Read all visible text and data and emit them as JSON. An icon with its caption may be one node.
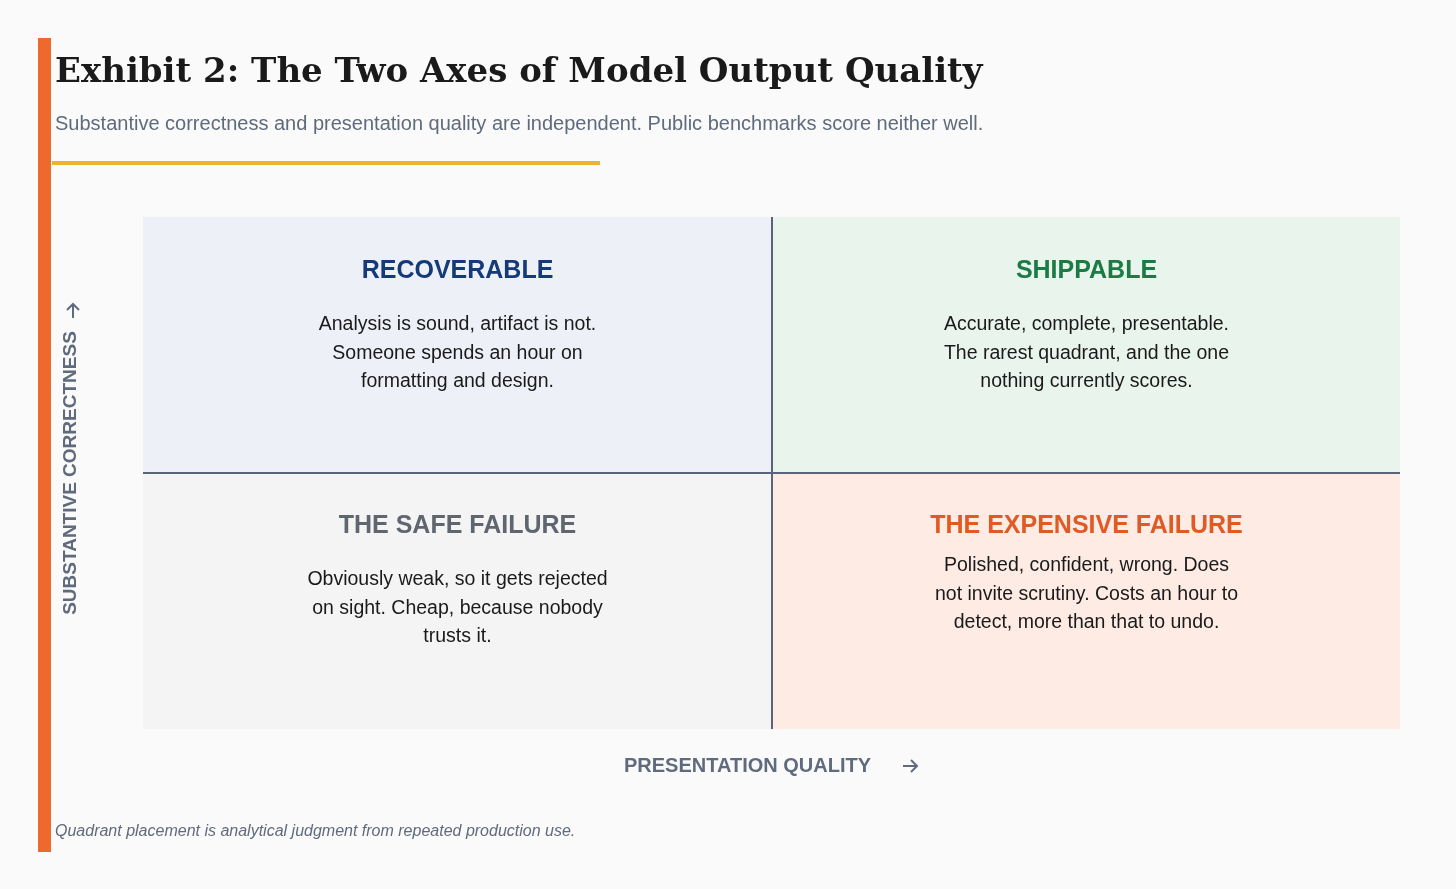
{
  "diagram": {
    "title": "Exhibit 2: The Two Axes of Model Output Quality",
    "nodes": [
      {
        "text": [
          "RECOVERABLE",
          "Analysis is sound, artifact is not. Someone spends an hour on formatting and design."
        ]
      },
      {
        "text": [
          "SHIPPABLE",
          "Accurate, complete, presentable. The rarest quadrant, and the one nothing currently scores."
        ]
      },
      {
        "text": [
          "THE SAFE FAILURE",
          "Obviously weak, so it gets rejected on sight. Cheap, because nobody trusts it."
        ]
      },
      {
        "text": [
          "THE EXPENSIVE FAILURE",
          "Polished, confident, wrong. Does not invite scrutiny. Costs an hour to detect, more than that to undo."
        ]
      }
    ],
    "labels": [
      "Substantive correctness and presentation quality are independent. Public benchmarks score neither well.",
      "SUBSTANTIVE CORRECTNESS",
      "PRESENTATION QUALITY",
      "Quadrant placement is analytical judgment from repeated production use."
    ]
  }
}
